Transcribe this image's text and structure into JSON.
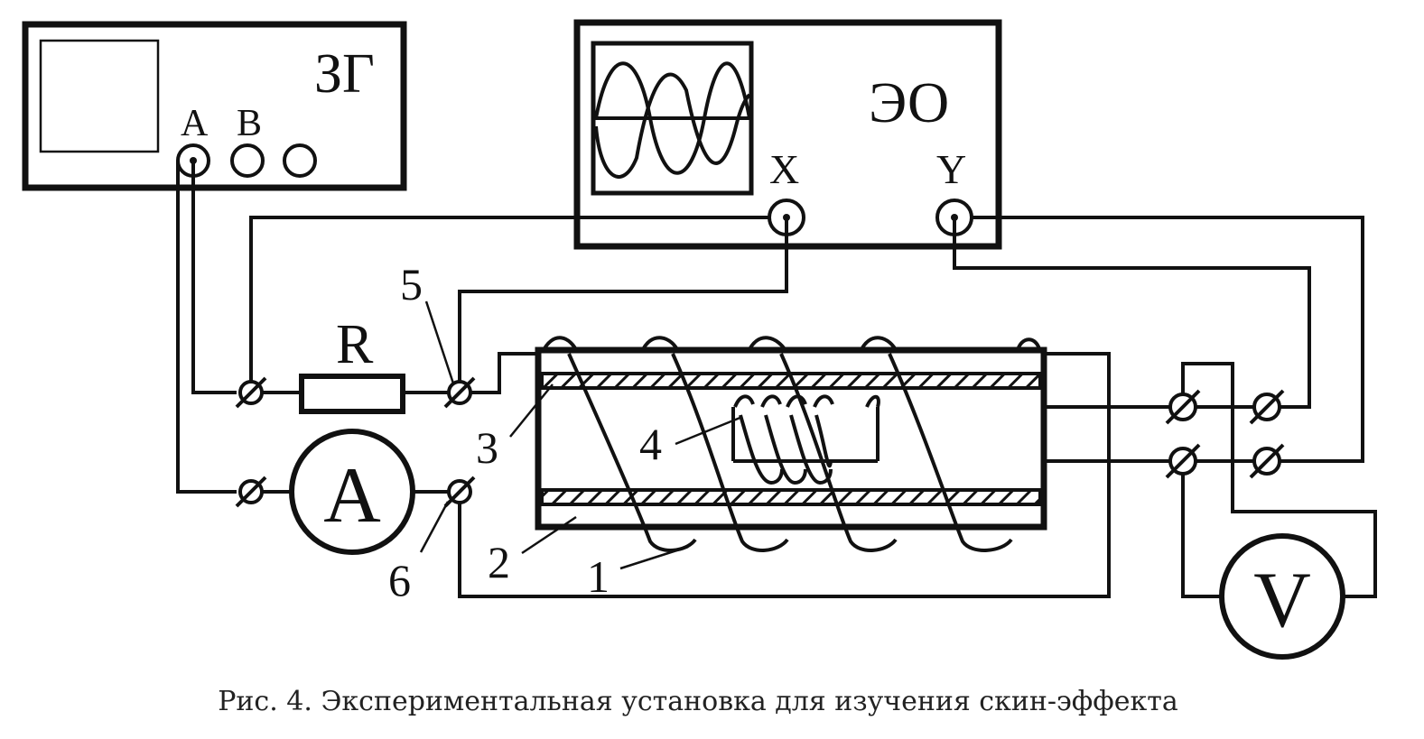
{
  "generator": {
    "label": "ЗГ",
    "out_a": "А",
    "out_b": "В"
  },
  "oscilloscope": {
    "label": "ЭО",
    "input_x": "X",
    "input_y": "Y"
  },
  "resistor": {
    "label": "R"
  },
  "ammeter": {
    "label": "A"
  },
  "voltmeter": {
    "label": "V"
  },
  "callouts": {
    "c1": "1",
    "c2": "2",
    "c3": "3",
    "c4": "4",
    "c5": "5",
    "c6": "6"
  },
  "caption": "Рис. 4. Экспериментальная установка для изучения скин-эффекта",
  "colors": {
    "ink": "#111111",
    "background": "#ffffff"
  }
}
